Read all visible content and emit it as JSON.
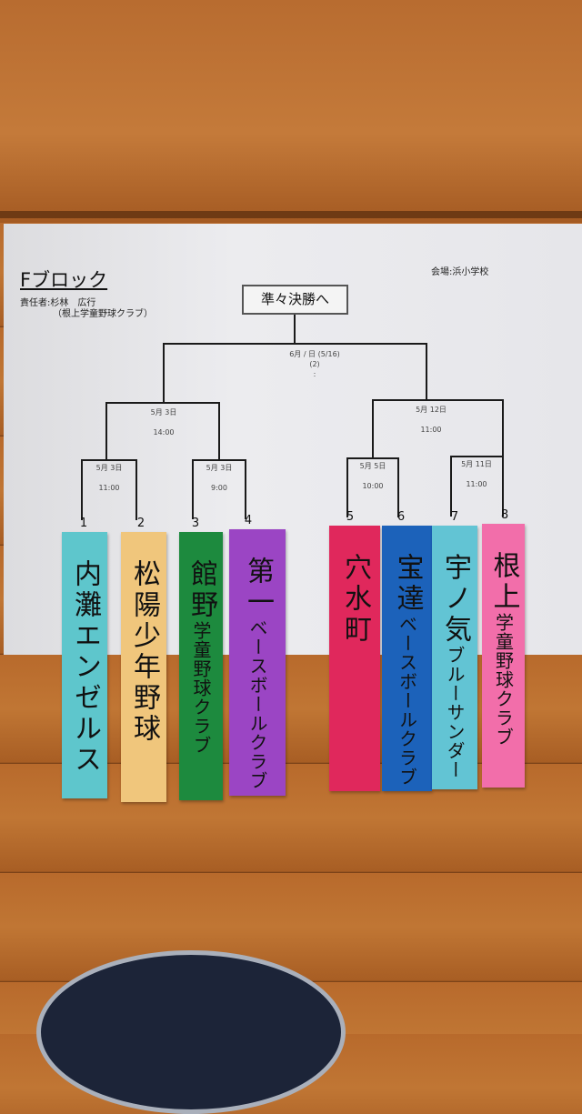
{
  "title": "Fブロック",
  "responsible": "責任者:杉林　広行",
  "responsible_club": "（根上学童野球クラブ）",
  "venue": "会場:浜小学校",
  "final_label": "準々決勝へ",
  "matches": {
    "final": {
      "date": "6月 / 日 (5/16)",
      "sub": "(2)",
      "time": ":"
    },
    "semi_left": {
      "date": "5月 3日",
      "time": "14:00"
    },
    "semi_right": {
      "date": "5月 12日",
      "time": "11:00"
    },
    "q1": {
      "date": "5月 3日",
      "time": "11:00"
    },
    "q2": {
      "date": "5月 3日",
      "time": "9:00"
    },
    "q3": {
      "date": "5月 5日",
      "time": "10:00"
    },
    "q4": {
      "date": "5月 11日",
      "time": "11:00"
    }
  },
  "teams": [
    {
      "num": "1",
      "big": "内灘エンゼルス",
      "small": "",
      "color": "#5ec6cc"
    },
    {
      "num": "2",
      "big": "松陽少年野球",
      "small": "",
      "color": "#f0c67c"
    },
    {
      "num": "3",
      "big": "館野",
      "small": "学童野球クラブ",
      "color": "#1d8a3e"
    },
    {
      "num": "4",
      "big": "第一",
      "small": "ベースボールクラブ",
      "color": "#9b45c4"
    },
    {
      "num": "5",
      "big": "穴水町",
      "small": "",
      "color": "#e0285c"
    },
    {
      "num": "6",
      "big": "宝達",
      "small": "ベースボールクラブ",
      "color": "#1c62ba"
    },
    {
      "num": "7",
      "big": "宇ノ気",
      "small": "ブルーサンダー",
      "color": "#62c4d4"
    },
    {
      "num": "8",
      "big": "根上",
      "small": "学童野球クラブ",
      "color": "#f26eaa"
    }
  ]
}
